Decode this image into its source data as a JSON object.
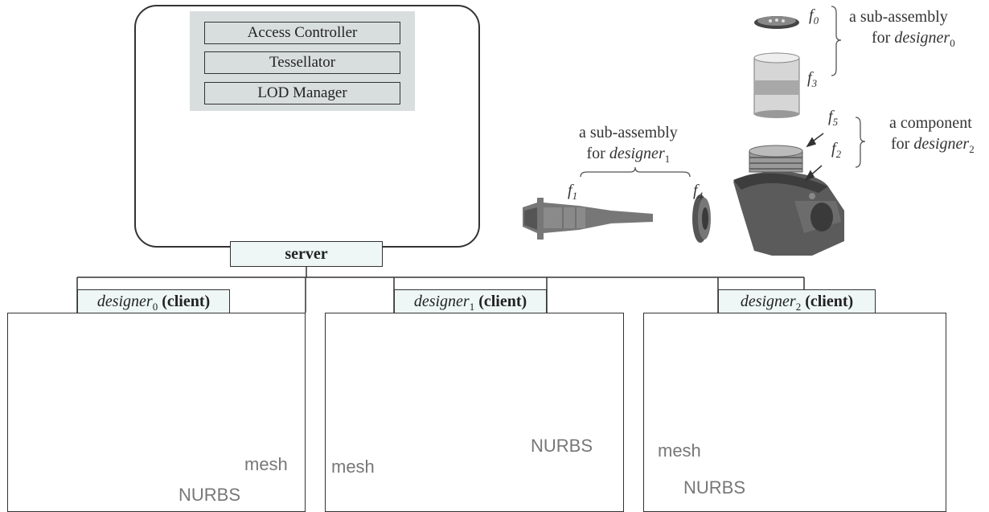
{
  "server": {
    "modules": [
      "Access Controller",
      "Tessellator",
      "LOD Manager"
    ],
    "label": "server"
  },
  "clients": [
    {
      "name": "designer",
      "sub": "0",
      "suffix": "(client)"
    },
    {
      "name": "designer",
      "sub": "1",
      "suffix": "(client)"
    },
    {
      "name": "designer",
      "sub": "2",
      "suffix": "(client)"
    }
  ],
  "panel_labels": {
    "mesh": "mesh",
    "nurbs": "NURBS"
  },
  "assembly": {
    "f0": {
      "base": "f",
      "sub": "0"
    },
    "f1": {
      "base": "f",
      "sub": "1"
    },
    "f2": {
      "base": "f",
      "sub": "2"
    },
    "f3": {
      "base": "f",
      "sub": "3"
    },
    "f4": {
      "base": "f",
      "sub": "4"
    },
    "f5": {
      "base": "f",
      "sub": "5"
    },
    "sub_assembly_0": {
      "line1": "a sub-assembly",
      "line2_prefix": "for ",
      "line2_name": "designer",
      "line2_sub": "0"
    },
    "sub_assembly_1": {
      "line1": "a sub-assembly",
      "line2_prefix": "for ",
      "line2_name": "designer",
      "line2_sub": "1"
    },
    "component_2": {
      "line1": "a component",
      "line2_prefix": "for ",
      "line2_name": "designer",
      "line2_sub": "2"
    }
  },
  "colors": {
    "panel_gray": "#d8dedd",
    "label_fill": "#eef6f6",
    "tree_fill": "#c4c4c4",
    "part_dark": "#555555",
    "part_light": "#bfbfbf",
    "annotation_gray": "#777777"
  }
}
